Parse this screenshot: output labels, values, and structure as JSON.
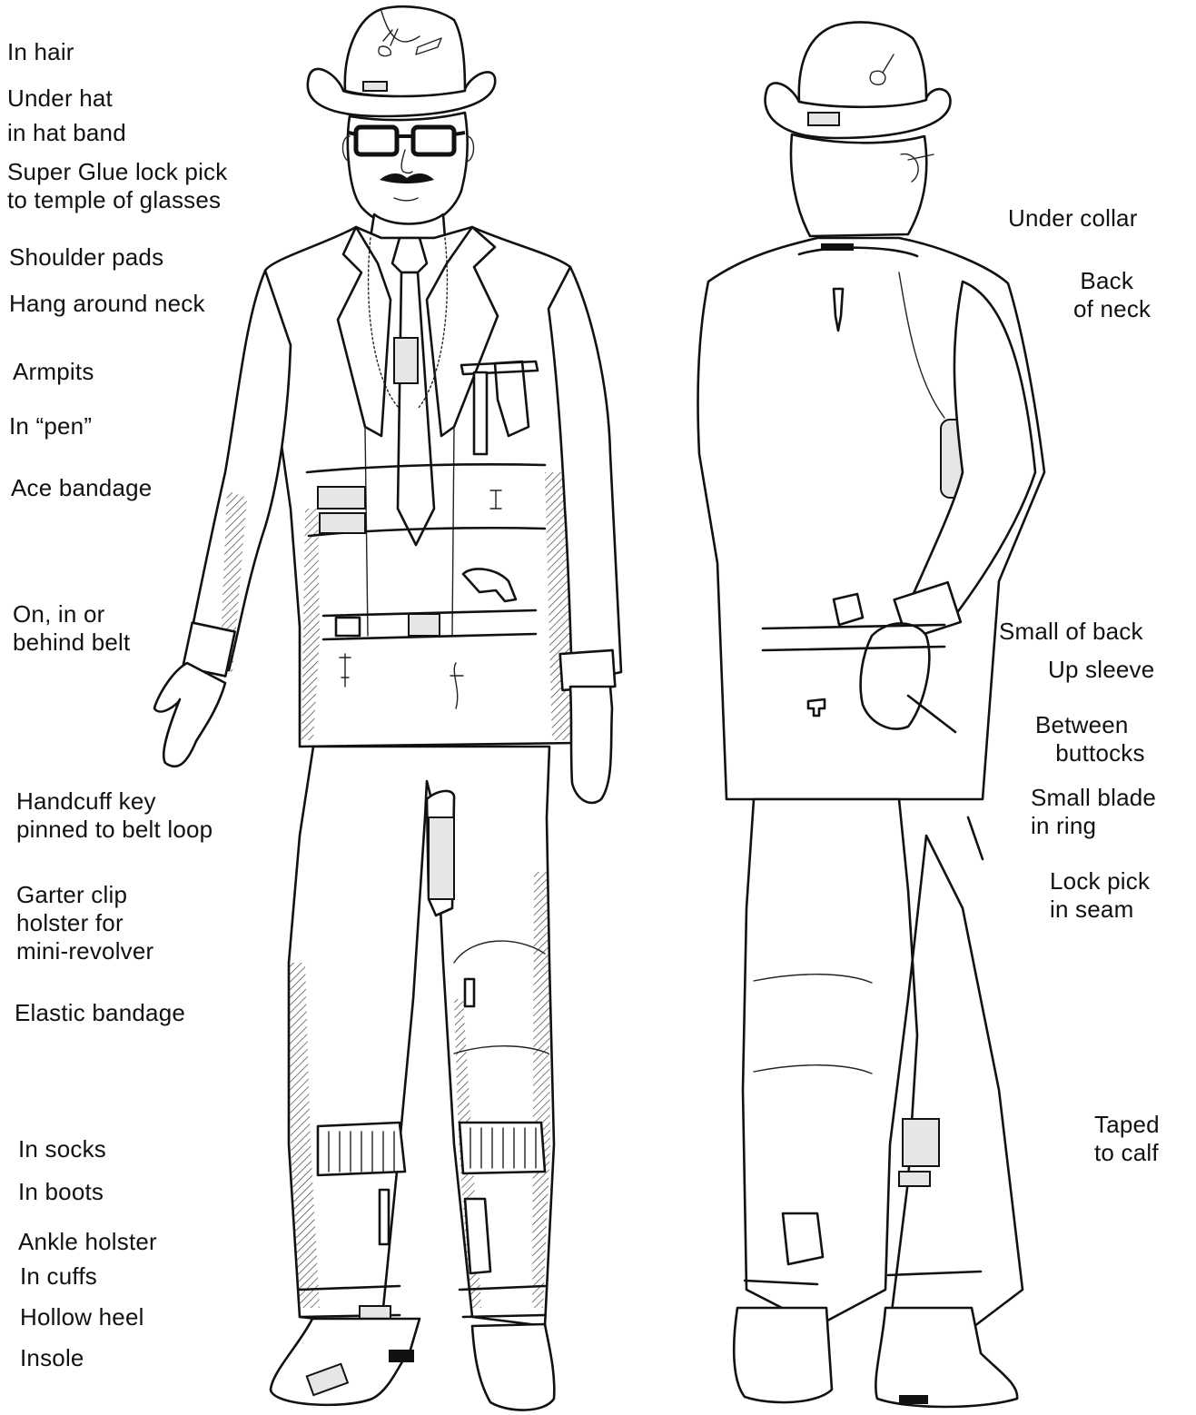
{
  "left_labels": [
    {
      "id": "in-hair",
      "text": "In hair"
    },
    {
      "id": "under-hat",
      "text": "Under hat"
    },
    {
      "id": "in-hat-band",
      "text": "in hat band"
    },
    {
      "id": "super-glue",
      "text": "Super Glue lock pick\nto temple of glasses"
    },
    {
      "id": "shoulder-pads",
      "text": "Shoulder pads"
    },
    {
      "id": "hang-around-neck",
      "text": "Hang around neck"
    },
    {
      "id": "armpits",
      "text": "Armpits"
    },
    {
      "id": "in-pen",
      "text": "In “pen”"
    },
    {
      "id": "ace-bandage",
      "text": "Ace bandage"
    },
    {
      "id": "belt",
      "text": "On, in or\nbehind belt"
    },
    {
      "id": "handcuff-key",
      "text": "Handcuff key\npinned to belt loop"
    },
    {
      "id": "garter-clip",
      "text": "Garter clip\nholster for\nmini-revolver"
    },
    {
      "id": "elastic-bandage",
      "text": "Elastic bandage"
    },
    {
      "id": "in-socks",
      "text": "In socks"
    },
    {
      "id": "in-boots",
      "text": "In boots"
    },
    {
      "id": "ankle-holster",
      "text": "Ankle holster"
    },
    {
      "id": "in-cuffs",
      "text": "In cuffs"
    },
    {
      "id": "hollow-heel",
      "text": "Hollow heel"
    },
    {
      "id": "insole",
      "text": "Insole"
    }
  ],
  "right_labels": [
    {
      "id": "under-collar",
      "text": "Under collar"
    },
    {
      "id": "back-of-neck",
      "text": " Back\nof neck"
    },
    {
      "id": "small-of-back",
      "text": "Small of back"
    },
    {
      "id": "up-sleeve",
      "text": "Up sleeve"
    },
    {
      "id": "between-buttocks",
      "text": "Between\n   buttocks"
    },
    {
      "id": "small-blade",
      "text": "Small blade\nin ring"
    },
    {
      "id": "lock-pick-seam",
      "text": "Lock pick\nin seam"
    },
    {
      "id": "taped-to-calf",
      "text": "Taped\nto calf"
    }
  ]
}
